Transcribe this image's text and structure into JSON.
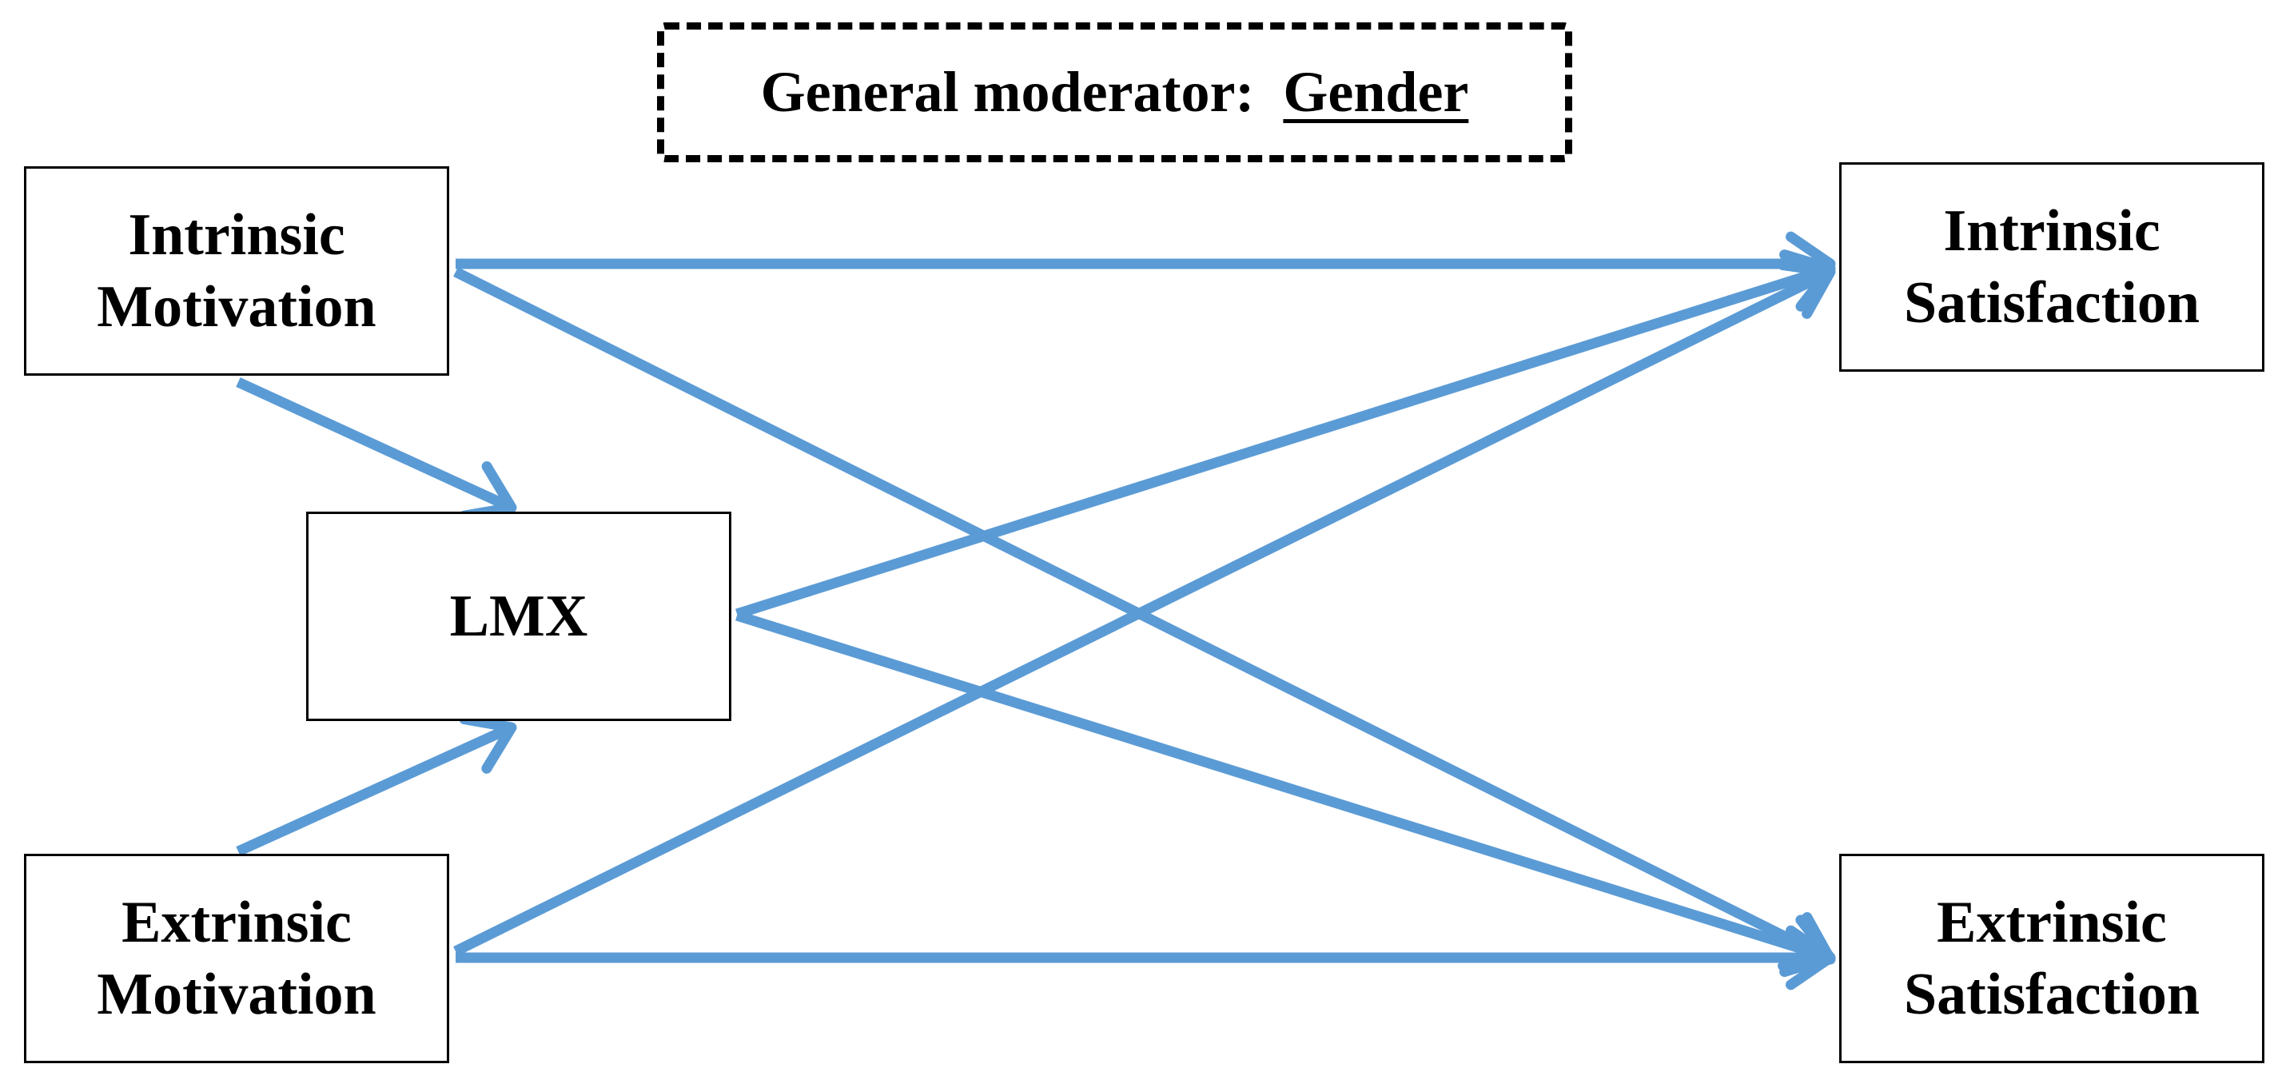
{
  "moderator": {
    "label": "General moderator:",
    "value": "Gender"
  },
  "nodes": {
    "intrinsic_motivation": {
      "line1": "Intrinsic",
      "line2": "Motivation"
    },
    "extrinsic_motivation": {
      "line1": "Extrinsic",
      "line2": "Motivation"
    },
    "lmx": {
      "label": "LMX"
    },
    "intrinsic_satisfaction": {
      "line1": "Intrinsic",
      "line2": "Satisfaction"
    },
    "extrinsic_satisfaction": {
      "line1": "Extrinsic",
      "line2": "Satisfaction"
    }
  },
  "edges": [
    {
      "from": "intrinsic_motivation",
      "to": "intrinsic_satisfaction"
    },
    {
      "from": "intrinsic_motivation",
      "to": "extrinsic_satisfaction"
    },
    {
      "from": "intrinsic_motivation",
      "to": "lmx"
    },
    {
      "from": "extrinsic_motivation",
      "to": "lmx"
    },
    {
      "from": "extrinsic_motivation",
      "to": "intrinsic_satisfaction"
    },
    {
      "from": "extrinsic_motivation",
      "to": "extrinsic_satisfaction"
    },
    {
      "from": "lmx",
      "to": "intrinsic_satisfaction"
    },
    {
      "from": "lmx",
      "to": "extrinsic_satisfaction"
    }
  ],
  "colors": {
    "arrow": "#5b9bd5",
    "box_border": "#000000",
    "text": "#000000"
  }
}
